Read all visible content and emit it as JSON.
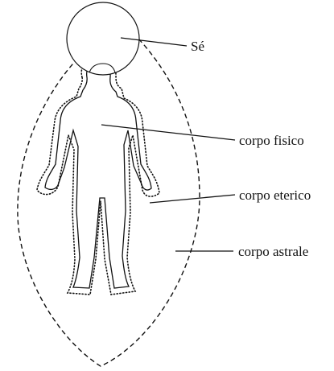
{
  "labels": {
    "self": "Sé",
    "physical_body": "corpo fisico",
    "etheric_body": "corpo eterico",
    "astral_body": "corpo astrale"
  },
  "colors": {
    "ink": "#111111",
    "background": "#ffffff"
  }
}
